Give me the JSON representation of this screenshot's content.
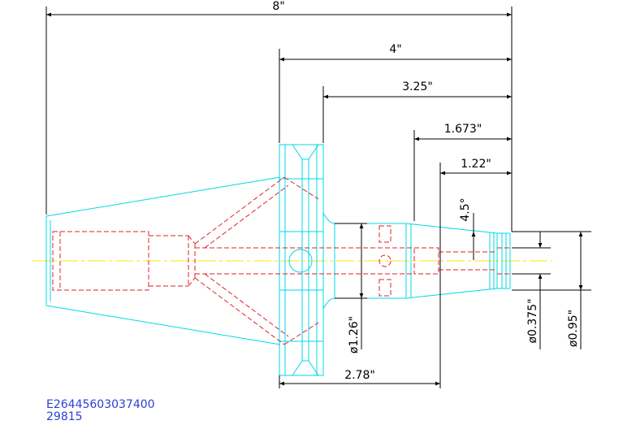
{
  "dimensions": {
    "total_length": "8\"",
    "flange_to_end": "4\"",
    "groove_to_end": "3.25\"",
    "taper_start_to_end": "1.673\"",
    "nose_to_end": "1.22\"",
    "taper_angle": "4.5°",
    "body_diameter": "ø1.26\"",
    "bore_diameter": "ø0.375\"",
    "nose_diameter": "ø0.95\"",
    "gauge_length": "2.78\""
  },
  "drawing_code": {
    "line1": "E26445603037400",
    "line2": "29815"
  },
  "colors": {
    "outline": "#00d8e8",
    "hidden": "#e0202a",
    "centerline": "#ffe400",
    "dimension": "#000000",
    "code_text": "#2b3fd6"
  }
}
